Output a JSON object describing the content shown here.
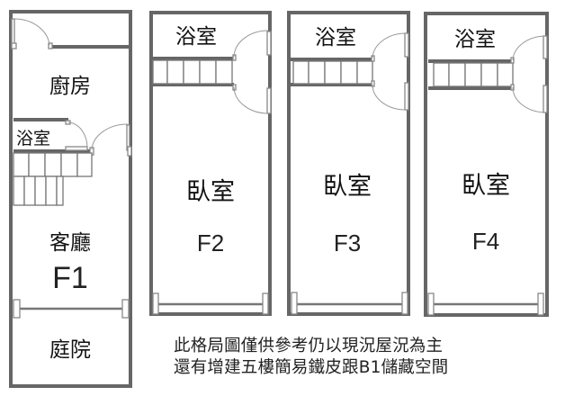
{
  "title": "Floor plan",
  "floors": [
    {
      "id": "F1",
      "floor_label": "F1",
      "rooms": [
        "廚房",
        "浴室",
        "客廳",
        "庭院"
      ],
      "kitchen": "廚房",
      "bathroom": "浴室",
      "living_room": "客廳",
      "courtyard": "庭院"
    },
    {
      "id": "F2",
      "floor_label": "F2",
      "bathroom": "浴室",
      "bedroom": "臥室"
    },
    {
      "id": "F3",
      "floor_label": "F3",
      "bathroom": "浴室",
      "bedroom": "臥室"
    },
    {
      "id": "F4",
      "floor_label": "F4",
      "bathroom": "浴室",
      "bedroom": "臥室"
    }
  ],
  "note": {
    "line1": "此格局圖僅供參考仍以現況屋況為主",
    "line2": "還有增建五樓簡易鐵皮跟B1儲藏空間"
  },
  "colors": {
    "wall": "#666666",
    "text": "#111111",
    "background": "#ffffff"
  }
}
